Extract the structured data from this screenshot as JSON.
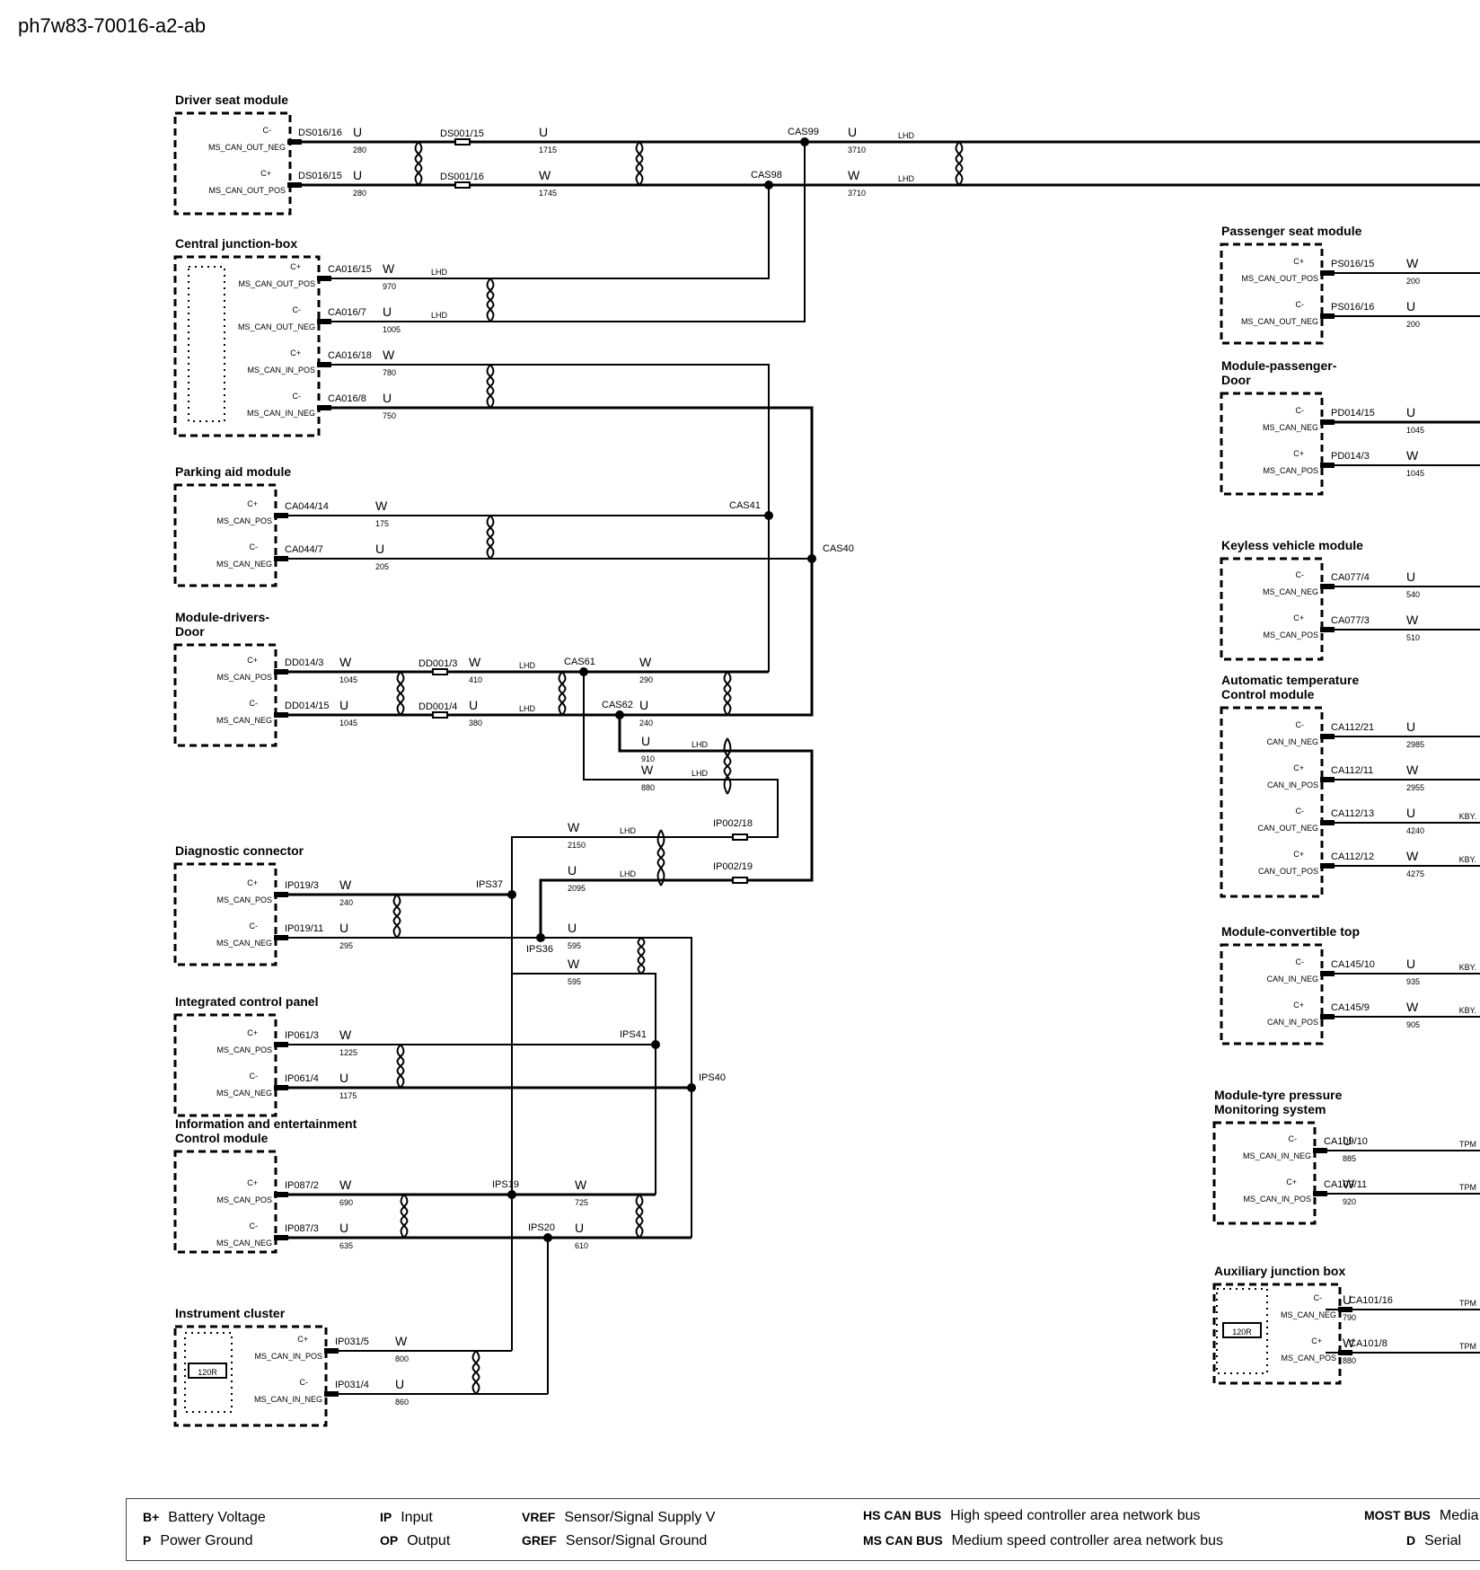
{
  "page_title": "ph7w83-70016-a2-ab",
  "nodes": [
    {
      "title": "Driver seat module",
      "rows": [
        {
          "pol": "C-",
          "sig": "MS_CAN_OUT_NEG",
          "pin": "DS016/16",
          "clr": "U",
          "len": "280"
        },
        {
          "pol": "C+",
          "sig": "MS_CAN_OUT_POS",
          "pin": "DS016/15",
          "clr": "U",
          "len": "280"
        }
      ]
    },
    {
      "title": "Central junction-box",
      "rows": [
        {
          "pol": "C+",
          "sig": "MS_CAN_OUT_POS",
          "pin": "CA016/15",
          "clr": "W",
          "len": "970"
        },
        {
          "pol": "C-",
          "sig": "MS_CAN_OUT_NEG",
          "pin": "CA016/7",
          "clr": "U",
          "len": "1005"
        },
        {
          "pol": "C+",
          "sig": "MS_CAN_IN_POS",
          "pin": "CA016/18",
          "clr": "W",
          "len": "780"
        },
        {
          "pol": "C-",
          "sig": "MS_CAN_IN_NEG",
          "pin": "CA016/8",
          "clr": "U",
          "len": "750"
        }
      ]
    },
    {
      "title": "Parking aid module",
      "rows": [
        {
          "pol": "C+",
          "sig": "MS_CAN_POS",
          "pin": "CA044/14",
          "clr": "W",
          "len": "175"
        },
        {
          "pol": "C-",
          "sig": "MS_CAN_NEG",
          "pin": "CA044/7",
          "clr": "U",
          "len": "205"
        }
      ]
    },
    {
      "title": "Module-drivers-",
      "title2": "Door",
      "rows": [
        {
          "pol": "C+",
          "sig": "MS_CAN_POS",
          "pin": "DD014/3",
          "clr": "W",
          "len": "1045"
        },
        {
          "pol": "C-",
          "sig": "MS_CAN_NEG",
          "pin": "DD014/15",
          "clr": "U",
          "len": "1045"
        }
      ]
    },
    {
      "title": "Diagnostic connector",
      "rows": [
        {
          "pol": "C+",
          "sig": "MS_CAN_POS",
          "pin": "IP019/3",
          "clr": "W",
          "len": "240"
        },
        {
          "pol": "C-",
          "sig": "MS_CAN_NEG",
          "pin": "IP019/11",
          "clr": "U",
          "len": "295"
        }
      ]
    },
    {
      "title": "Integrated control panel",
      "rows": [
        {
          "pol": "C+",
          "sig": "MS_CAN_POS",
          "pin": "IP061/3",
          "clr": "W",
          "len": "1225"
        },
        {
          "pol": "C-",
          "sig": "MS_CAN_NEG",
          "pin": "IP061/4",
          "clr": "U",
          "len": "1175"
        }
      ]
    },
    {
      "title": "Information and entertainment",
      "title2": "Control module",
      "rows": [
        {
          "pol": "C+",
          "sig": "MS_CAN_POS",
          "pin": "IP087/2",
          "clr": "W",
          "len": "690"
        },
        {
          "pol": "C-",
          "sig": "MS_CAN_NEG",
          "pin": "IP087/3",
          "clr": "U",
          "len": "635"
        }
      ]
    },
    {
      "title": "Instrument cluster",
      "res": "120R",
      "rows": [
        {
          "pol": "C+",
          "sig": "MS_CAN_IN_POS",
          "pin": "IP031/5",
          "clr": "W",
          "len": "800"
        },
        {
          "pol": "C-",
          "sig": "MS_CAN_IN_NEG",
          "pin": "IP031/4",
          "clr": "U",
          "len": "860"
        }
      ]
    },
    {
      "title": "Passenger seat module",
      "rows": [
        {
          "pol": "C+",
          "sig": "MS_CAN_OUT_POS",
          "pin": "PS016/15",
          "clr": "W",
          "len": "200"
        },
        {
          "pol": "C-",
          "sig": "MS_CAN_OUT_NEG",
          "pin": "PS016/16",
          "clr": "U",
          "len": "200"
        }
      ]
    },
    {
      "title": "Module-passenger-",
      "title2": "Door",
      "rows": [
        {
          "pol": "C-",
          "sig": "MS_CAN_NEG",
          "pin": "PD014/15",
          "clr": "U",
          "len": "1045"
        },
        {
          "pol": "C+",
          "sig": "MS_CAN_POS",
          "pin": "PD014/3",
          "clr": "W",
          "len": "1045"
        }
      ]
    },
    {
      "title": "Keyless vehicle module",
      "rows": [
        {
          "pol": "C-",
          "sig": "MS_CAN_NEG",
          "pin": "CA077/4",
          "clr": "U",
          "len": "540"
        },
        {
          "pol": "C+",
          "sig": "MS_CAN_POS",
          "pin": "CA077/3",
          "clr": "W",
          "len": "510"
        }
      ]
    },
    {
      "title": "Automatic temperature",
      "title2": "Control module",
      "rows": [
        {
          "pol": "C-",
          "sig": "CAN_IN_NEG",
          "pin": "CA112/21",
          "clr": "U",
          "len": "2985"
        },
        {
          "pol": "C+",
          "sig": "CAN_IN_POS",
          "pin": "CA112/11",
          "clr": "W",
          "len": "2955"
        },
        {
          "pol": "C-",
          "sig": "CAN_OUT_NEG",
          "pin": "CA112/13",
          "clr": "U",
          "len": "4240",
          "opt": "KBY."
        },
        {
          "pol": "C+",
          "sig": "CAN_OUT_POS",
          "pin": "CA112/12",
          "clr": "W",
          "len": "4275",
          "opt": "KBY."
        }
      ]
    },
    {
      "title": "Module-convertible top",
      "rows": [
        {
          "pol": "C-",
          "sig": "CAN_IN_NEG",
          "pin": "CA145/10",
          "clr": "U",
          "len": "935",
          "opt": "KBY."
        },
        {
          "pol": "C+",
          "sig": "CAN_IN_POS",
          "pin": "CA145/9",
          "clr": "W",
          "len": "905",
          "opt": "KBY."
        }
      ]
    },
    {
      "title": "Module-tyre pressure",
      "title2": "Monitoring system",
      "rows": [
        {
          "pol": "C-",
          "sig": "MS_CAN_IN_NEG",
          "pin": "CA109/10",
          "clr": "U",
          "len": "885",
          "opt": "TPM"
        },
        {
          "pol": "C+",
          "sig": "MS_CAN_IN_POS",
          "pin": "CA109/11",
          "clr": "W",
          "len": "920",
          "opt": "TPM"
        }
      ]
    },
    {
      "title": "Auxiliary junction box",
      "res": "120R",
      "rows": [
        {
          "pol": "C-",
          "sig": "MS_CAN_NEG",
          "pin": "CA101/16",
          "clr": "U",
          "len": "790",
          "opt": "TPM"
        },
        {
          "pol": "C+",
          "sig": "MS_CAN_POS",
          "pin": "CA101/8",
          "clr": "W",
          "len": "880",
          "opt": "TPM"
        }
      ]
    }
  ],
  "inline": [
    {
      "pin": "DS001/15",
      "clr": "U",
      "len": "1715"
    },
    {
      "pin": "DS001/16",
      "clr": "W",
      "len": "1745"
    },
    {
      "pin": "DD001/3",
      "clr": "W",
      "len": "410"
    },
    {
      "pin": "DD001/4",
      "clr": "U",
      "len": "380"
    },
    {
      "pin": "IP002/18"
    },
    {
      "pin": "IP002/19"
    }
  ],
  "segments": [
    {
      "clr": "U",
      "len": "3710"
    },
    {
      "clr": "W",
      "len": "3710"
    },
    {
      "clr": "W",
      "len": "290"
    },
    {
      "clr": "U",
      "len": "240"
    },
    {
      "clr": "U",
      "len": "910"
    },
    {
      "clr": "W",
      "len": "880"
    },
    {
      "clr": "W",
      "len": "2150"
    },
    {
      "clr": "U",
      "len": "2095"
    },
    {
      "clr": "U",
      "len": "595"
    },
    {
      "clr": "W",
      "len": "595"
    },
    {
      "clr": "W",
      "len": "725"
    },
    {
      "clr": "U",
      "len": "610"
    }
  ],
  "splices": [
    "CAS99",
    "CAS98",
    "CAS41",
    "CAS40",
    "CAS61",
    "CAS62",
    "IPS37",
    "IPS36",
    "IPS41",
    "IPS40",
    "IPS19",
    "IPS20"
  ],
  "lhd": "LHD",
  "legend": [
    {
      "abbr": "B+",
      "text": "Battery Voltage"
    },
    {
      "abbr": "P",
      "text": "Power Ground"
    },
    {
      "abbr": "IP",
      "text": "Input"
    },
    {
      "abbr": "OP",
      "text": "Output"
    },
    {
      "abbr": "VREF",
      "text": "Sensor/Signal Supply V"
    },
    {
      "abbr": "GREF",
      "text": "Sensor/Signal Ground"
    },
    {
      "abbr": "HS CAN BUS",
      "text": "High speed controller area network bus"
    },
    {
      "abbr": "MS CAN BUS",
      "text": "Medium speed controller area network bus"
    },
    {
      "abbr": "MOST BUS",
      "text": "Media"
    },
    {
      "abbr": "D",
      "text": "Serial"
    }
  ]
}
